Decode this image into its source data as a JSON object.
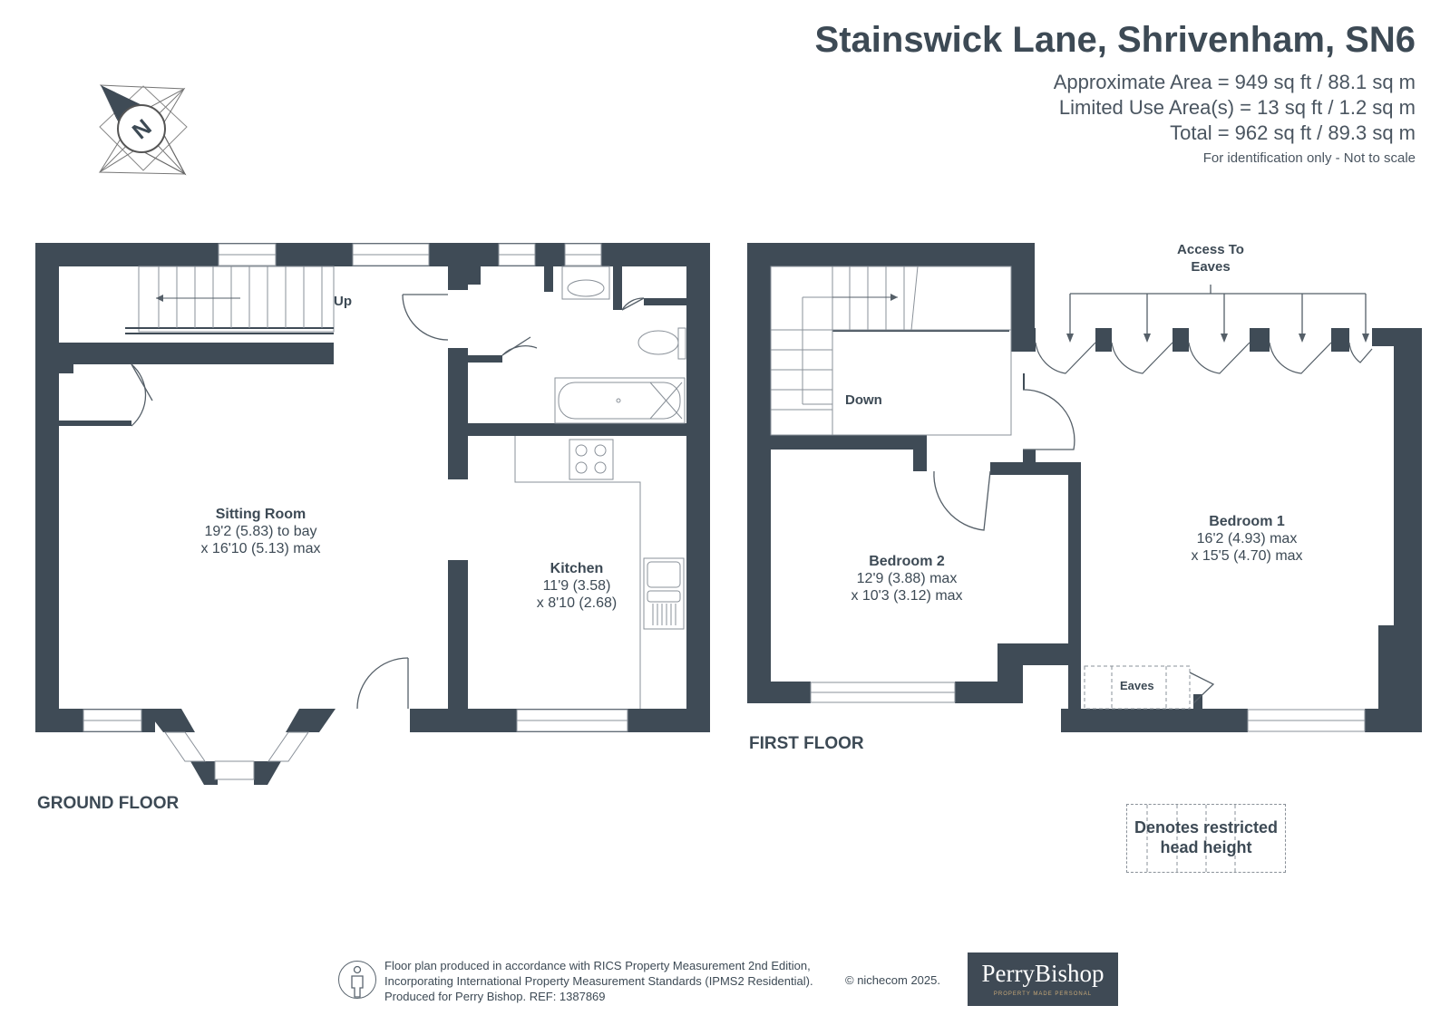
{
  "header": {
    "title": "Stainswick Lane, Shrivenham, SN6",
    "areas": [
      "Approximate Area = 949 sq ft / 88.1 sq m",
      "Limited Use Area(s) = 13 sq ft / 1.2 sq m",
      "Total = 962 sq ft / 89.3 sq m"
    ],
    "note": "For identification only - Not to scale"
  },
  "compass": {
    "letter": "N"
  },
  "ground_floor": {
    "label": "GROUND FLOOR",
    "stairs_label": "Up",
    "rooms": [
      {
        "name": "Sitting Room",
        "dim1": "19'2 (5.83) to bay",
        "dim2": "x 16'10 (5.13) max"
      },
      {
        "name": "Kitchen",
        "dim1": "11'9 (3.58)",
        "dim2": "x 8'10 (2.68)"
      }
    ]
  },
  "first_floor": {
    "label": "FIRST FLOOR",
    "stairs_label": "Down",
    "access_label": "Access To Eaves",
    "eaves_label": "Eaves",
    "rooms": [
      {
        "name": "Bedroom 1",
        "dim1": "16'2 (4.93) max",
        "dim2": "x 15'5 (4.70) max"
      },
      {
        "name": "Bedroom 2",
        "dim1": "12'9 (3.88) max",
        "dim2": "x 10'3 (3.12) max"
      }
    ]
  },
  "legend": {
    "text": "Denotes restricted head height"
  },
  "footer": {
    "lines": [
      "Floor plan produced in accordance with RICS Property Measurement 2nd Edition,",
      "Incorporating International Property Measurement Standards (IPMS2 Residential).",
      "Produced for Perry Bishop.   REF: 1387869"
    ],
    "copyright": "© nichecom 2025."
  },
  "brand": {
    "name": "PerryBishop",
    "tagline": "PROPERTY MADE PERSONAL",
    "color": "#3f4a55",
    "accent": "#c7a878"
  },
  "colors": {
    "wall": "#3f4b56",
    "fixture": "#8a9199"
  }
}
